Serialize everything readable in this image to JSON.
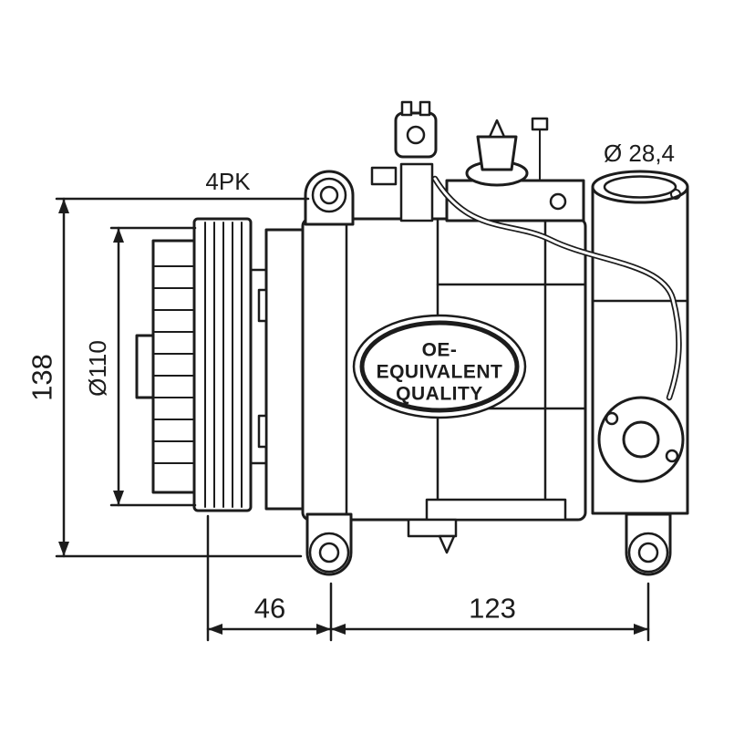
{
  "drawing": {
    "background": "#ffffff",
    "line_color": "#1c1c1c",
    "description": "A/C compressor technical line drawing with dimensions"
  },
  "dimensions": {
    "belt_type": "4PK",
    "port_diameter": "Ø 28,4",
    "overall_height": "138",
    "pulley_diameter": "Ø110",
    "pulley_offset": "46",
    "mount_spacing": "123"
  },
  "badge": {
    "line1": "OE-",
    "line2": "EQUIVALENT",
    "line3": "QUALITY"
  }
}
